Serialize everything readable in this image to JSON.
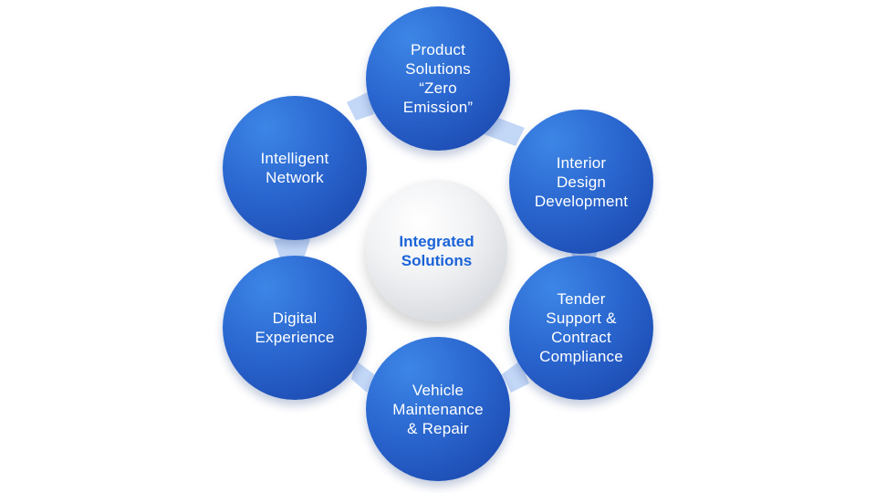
{
  "hub": {
    "label": "Integrated\nSolutions"
  },
  "nodes": [
    {
      "label": "Product\nSolutions\n“Zero\nEmission”"
    },
    {
      "label": "Interior\nDesign\nDevelopment"
    },
    {
      "label": "Tender\nSupport &\nContract\nCompliance"
    },
    {
      "label": "Vehicle\nMaintenance\n& Repair"
    },
    {
      "label": "Digital\nExperience"
    },
    {
      "label": "Intelligent\nNetwork"
    }
  ],
  "colors": {
    "node_fill": "#2a66cf",
    "connector": "#c3d7f7",
    "hub_text": "#1a63d8",
    "hub_fill": "#e6e8eb"
  }
}
